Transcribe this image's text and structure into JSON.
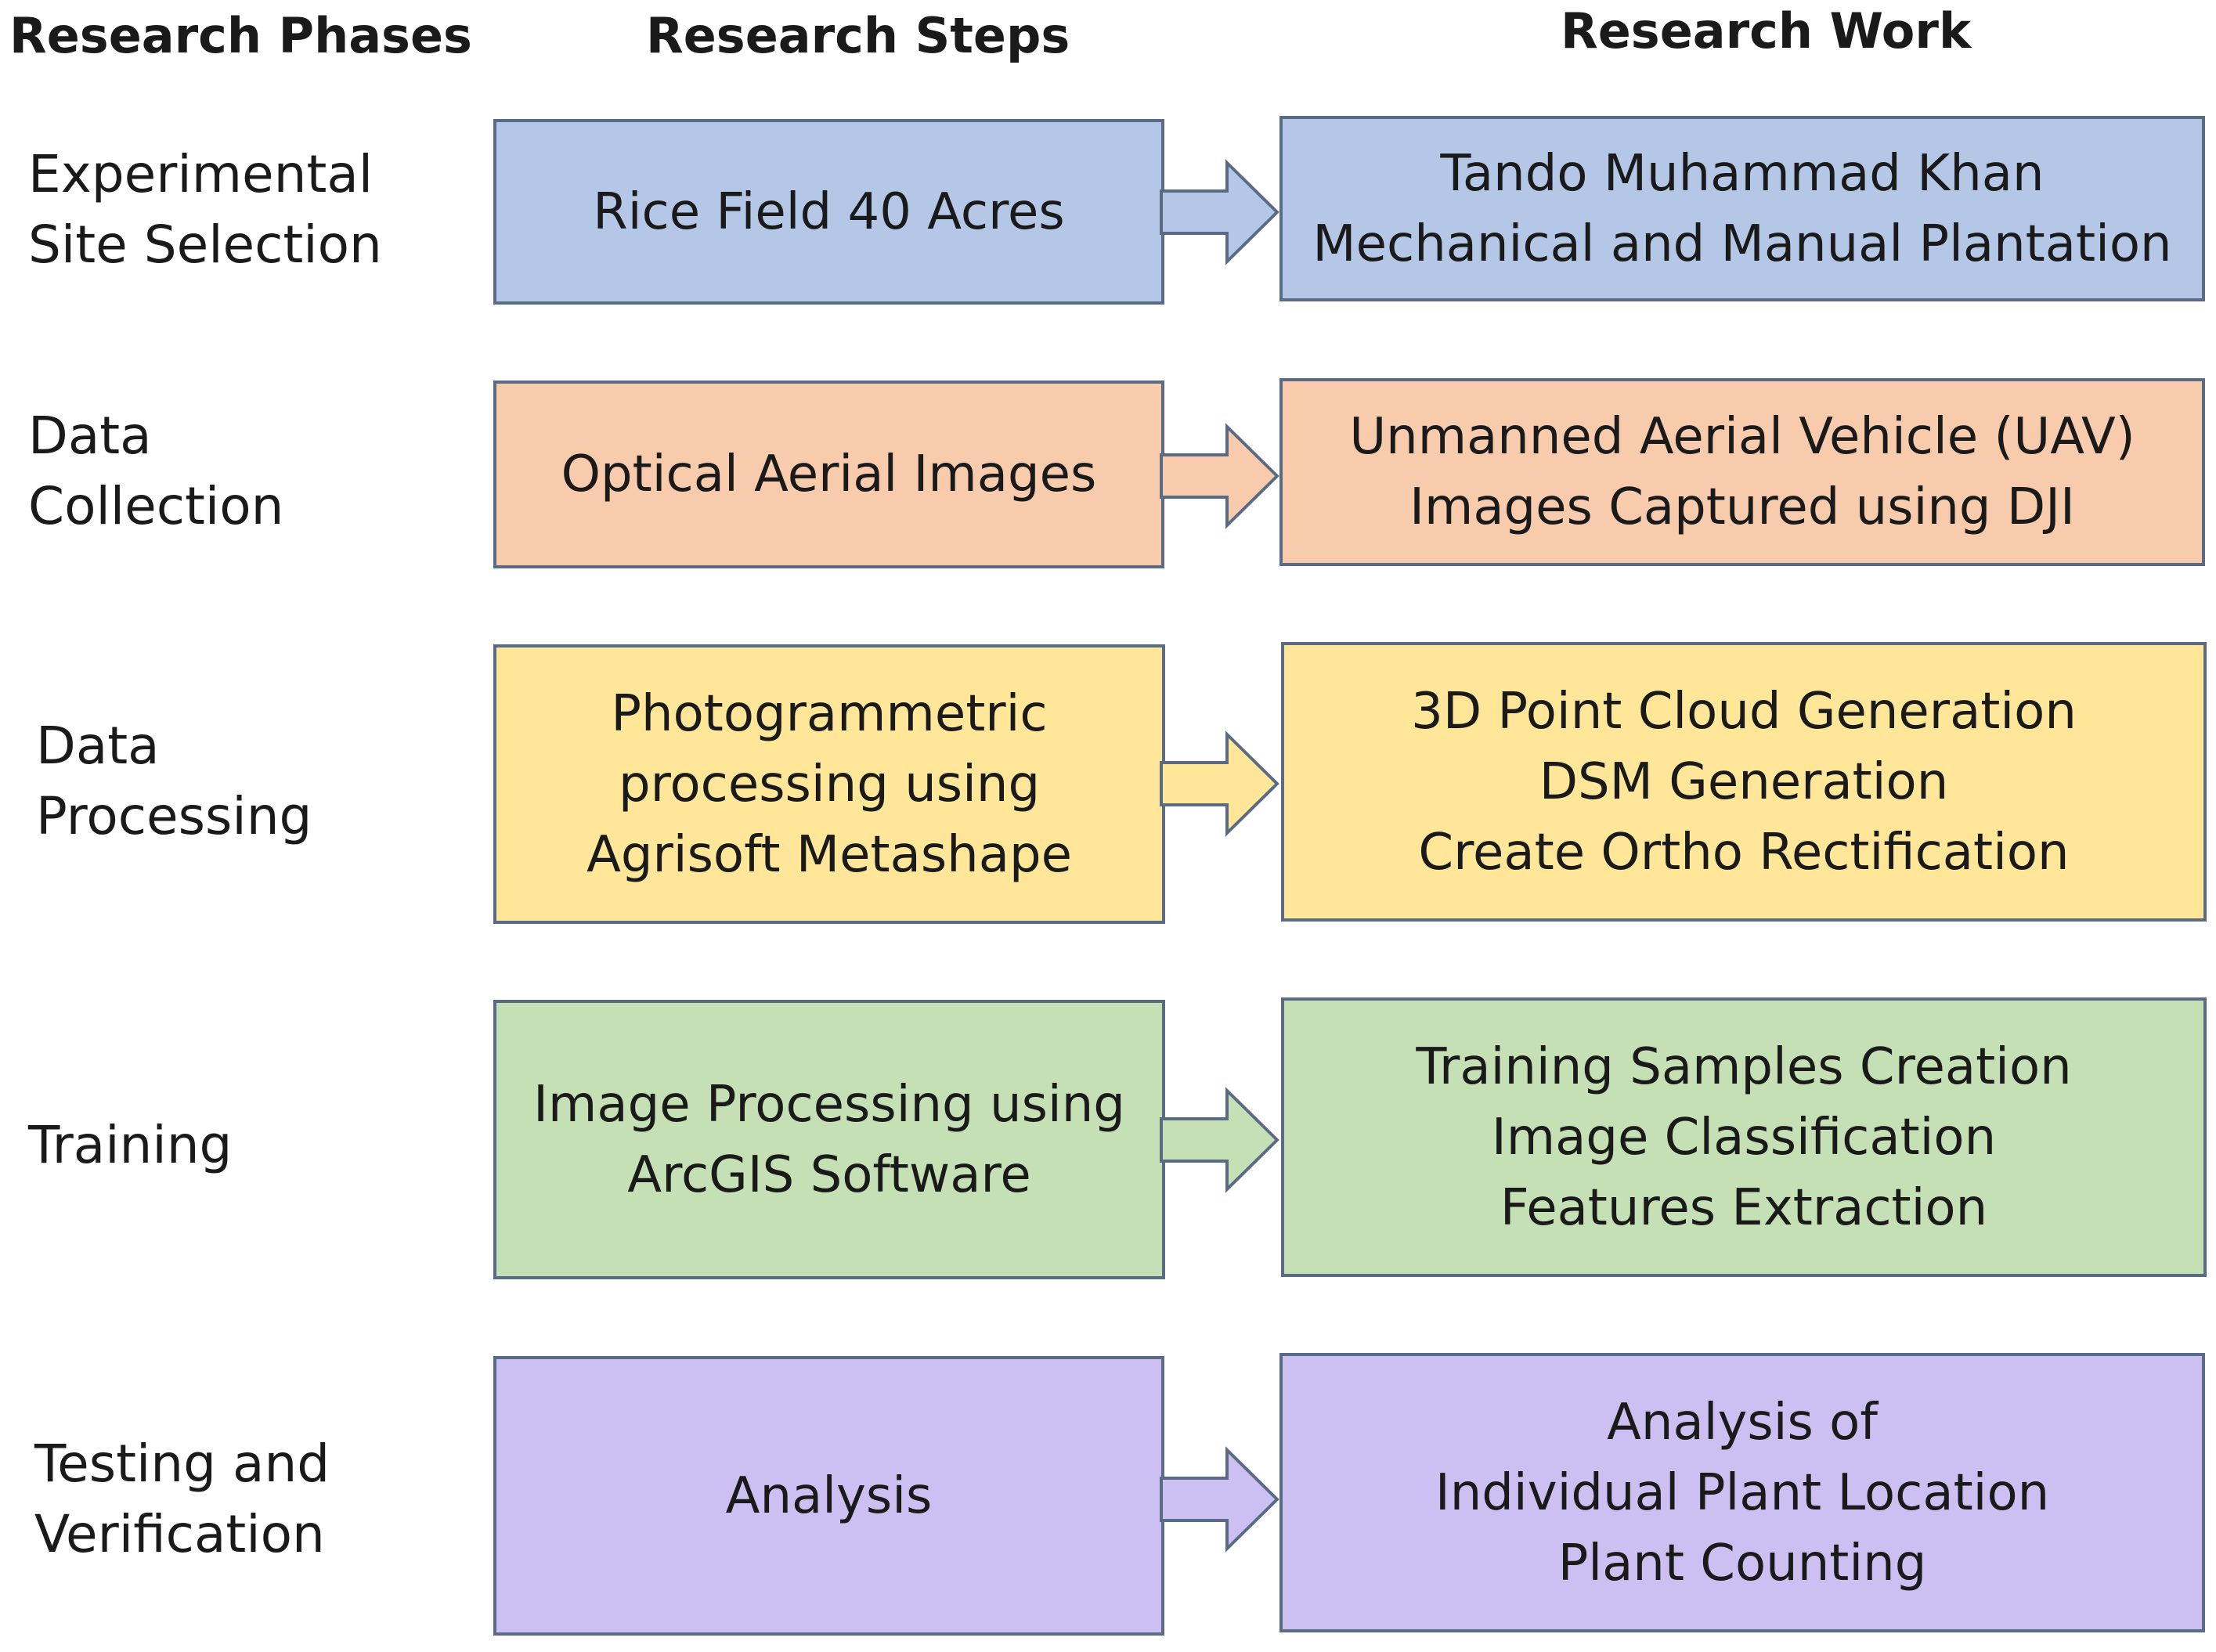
{
  "headers": {
    "phases": "Research Phases",
    "steps": "Research Steps",
    "work": "Research Work"
  },
  "colors": {
    "blue": "#b4c7e7",
    "orange": "#f8cbad",
    "yellow": "#ffe699",
    "green": "#c5e0b4",
    "purple": "#ccc0f2",
    "border": "#5a6b86"
  },
  "rows": [
    {
      "phase": [
        "Experimental",
        "Site Selection"
      ],
      "step": [
        "Rice Field 40 Acres"
      ],
      "work": [
        "Tando Muhammad Khan",
        "Mechanical and Manual Plantation"
      ],
      "color": "blue"
    },
    {
      "phase": [
        "Data",
        "Collection"
      ],
      "step": [
        "Optical Aerial Images"
      ],
      "work": [
        "Unmanned Aerial Vehicle (UAV)",
        "Images Captured using DJI"
      ],
      "color": "orange"
    },
    {
      "phase": [
        "Data",
        "Processing"
      ],
      "step": [
        "Photogrammetric",
        "processing using",
        "Agrisoft Metashape"
      ],
      "work": [
        "3D Point Cloud Generation",
        "DSM Generation",
        "Create Ortho Rectification"
      ],
      "color": "yellow"
    },
    {
      "phase": [
        "Training"
      ],
      "step": [
        "Image Processing using",
        "ArcGIS Software"
      ],
      "work": [
        "Training Samples Creation",
        "Image Classification",
        "Features Extraction"
      ],
      "color": "green"
    },
    {
      "phase": [
        "Testing and",
        "Verification"
      ],
      "step": [
        "Analysis"
      ],
      "work": [
        "Analysis of",
        "Individual Plant Location",
        "Plant Counting"
      ],
      "color": "purple"
    }
  ]
}
